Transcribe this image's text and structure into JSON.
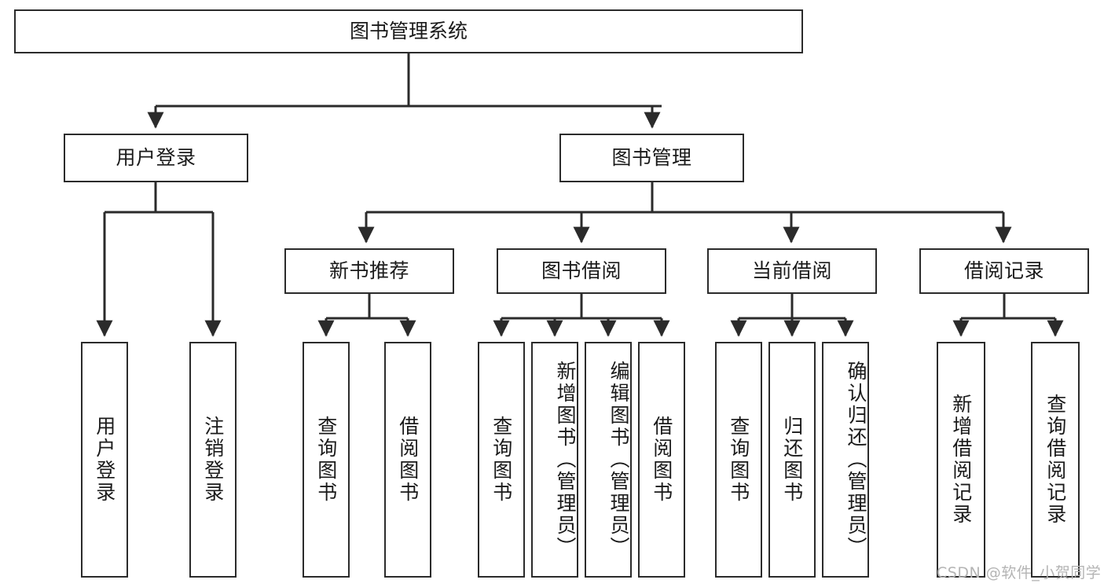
{
  "diagram": {
    "title": "图书管理系统",
    "type": "hierarchy-tree",
    "root": {
      "id": "root",
      "label": "图书管理系统"
    },
    "level2": [
      {
        "id": "user-login",
        "label": "用户登录"
      },
      {
        "id": "book-manage",
        "label": "图书管理"
      }
    ],
    "level3": [
      {
        "id": "new-book-rec",
        "label": "新书推荐"
      },
      {
        "id": "book-borrow",
        "label": "图书借阅"
      },
      {
        "id": "current-borrow",
        "label": "当前借阅"
      },
      {
        "id": "borrow-record",
        "label": "借阅记录"
      }
    ],
    "leaves": {
      "user_login": [
        {
          "id": "leaf-user-login",
          "label": "用户登录"
        },
        {
          "id": "leaf-logout-login",
          "label": "注销登录"
        }
      ],
      "new_book_rec": [
        {
          "id": "leaf-query-book-1",
          "label": "查询图书"
        },
        {
          "id": "leaf-borrow-book-1",
          "label": "借阅图书"
        }
      ],
      "book_borrow": [
        {
          "id": "leaf-query-book-2",
          "label": "查询图书"
        },
        {
          "id": "leaf-add-book",
          "label": "新增图书（管理员）"
        },
        {
          "id": "leaf-edit-book",
          "label": "编辑图书（管理员）"
        },
        {
          "id": "leaf-borrow-book-2",
          "label": "借阅图书"
        }
      ],
      "current_borrow": [
        {
          "id": "leaf-query-book-3",
          "label": "查询图书"
        },
        {
          "id": "leaf-return-book",
          "label": "归还图书"
        },
        {
          "id": "leaf-confirm-return",
          "label": "确认归还（管理员）"
        }
      ],
      "borrow_record": [
        {
          "id": "leaf-add-record",
          "label": "新增借阅记录"
        },
        {
          "id": "leaf-query-record",
          "label": "查询借阅记录"
        }
      ]
    }
  },
  "watermark": {
    "text": "CSDN @软件_小贺同学"
  },
  "colors": {
    "stroke": "#2b2b2b",
    "fill": "#ffffff",
    "text": "#1a1a1a",
    "watermark": "#b4b4b4"
  }
}
